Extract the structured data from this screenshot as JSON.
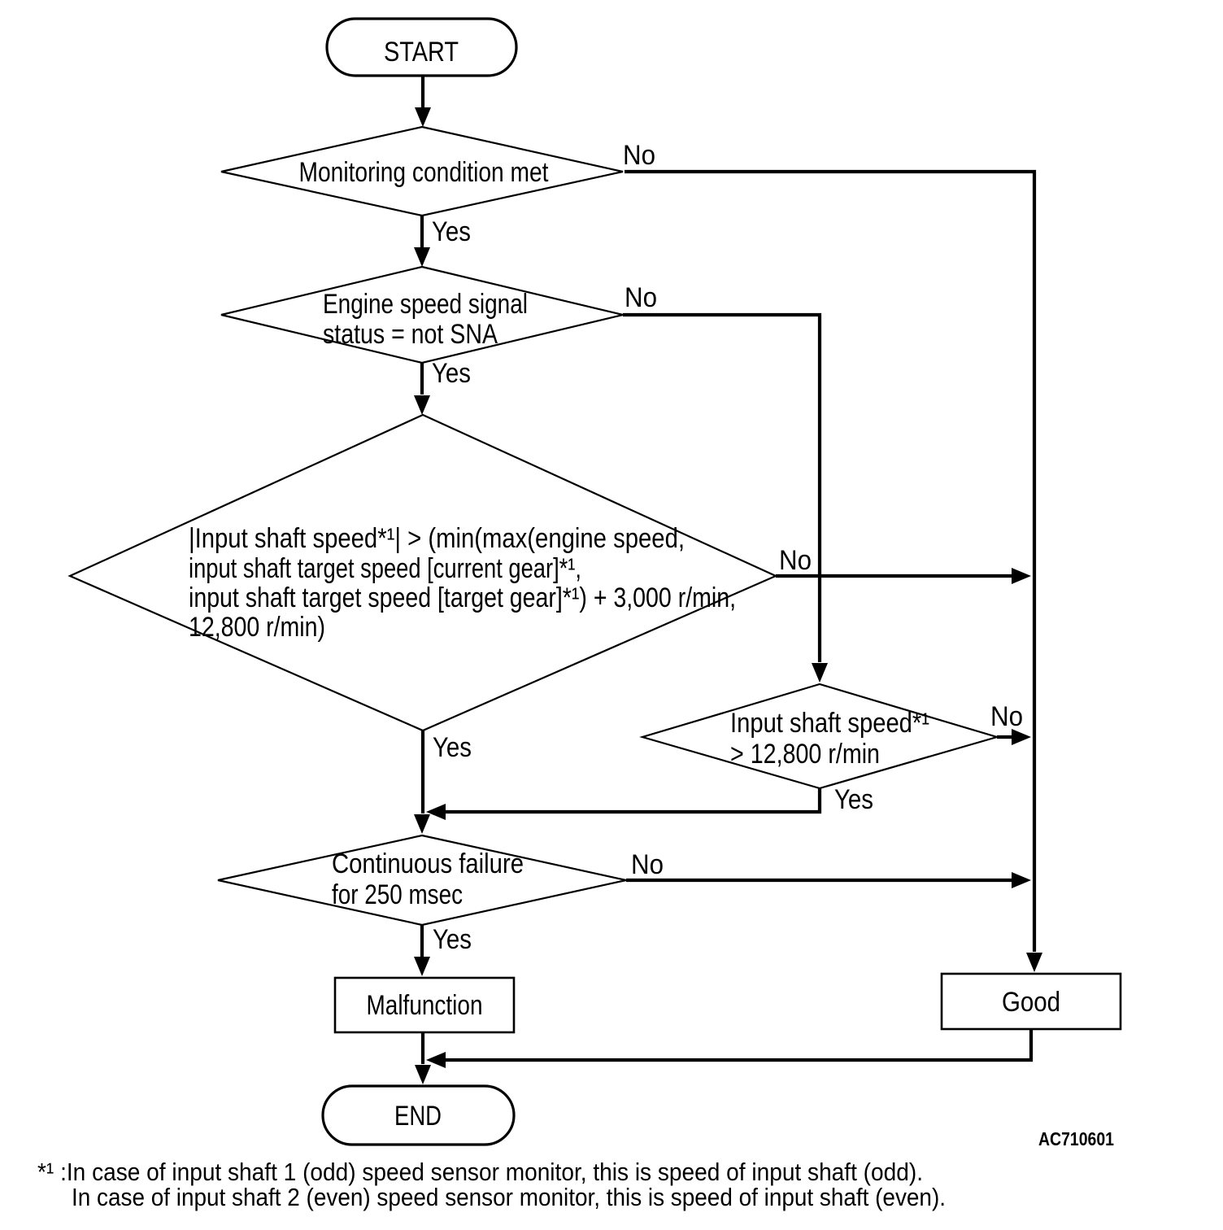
{
  "flowchart": {
    "start": "START",
    "d1": {
      "label": "Monitoring condition met",
      "no": "No",
      "yes": "Yes"
    },
    "d2": {
      "line1": "Engine speed signal",
      "line2": "status = not SNA",
      "no": "No",
      "yes": "Yes"
    },
    "d3": {
      "line1": "|Input shaft speed*¹| > (min(max(engine speed,",
      "line2": "input shaft target speed [current gear]*¹,",
      "line3": "input shaft target speed [target gear]*¹) + 3,000 r/min,",
      "line4": "12,800 r/min)",
      "no": "No",
      "yes": "Yes"
    },
    "d5": {
      "line1": "Input shaft speed*¹",
      "line2": "> 12,800 r/min",
      "no": "No",
      "yes": "Yes"
    },
    "d4": {
      "line1": "Continuous failure",
      "line2": "for 250 msec",
      "no": "No",
      "yes": "Yes"
    },
    "malfunction": "Malfunction",
    "good": "Good",
    "end": "END",
    "figure_code": "AC710601"
  },
  "footnote": {
    "line1": "*¹ :In case of input shaft 1 (odd) speed sensor monitor, this is speed of input shaft (odd).",
    "line2": "In case of input shaft 2 (even) speed sensor monitor, this is speed of input shaft (even)."
  },
  "colors": {
    "ink": "#000000",
    "background": "#ffffff"
  }
}
